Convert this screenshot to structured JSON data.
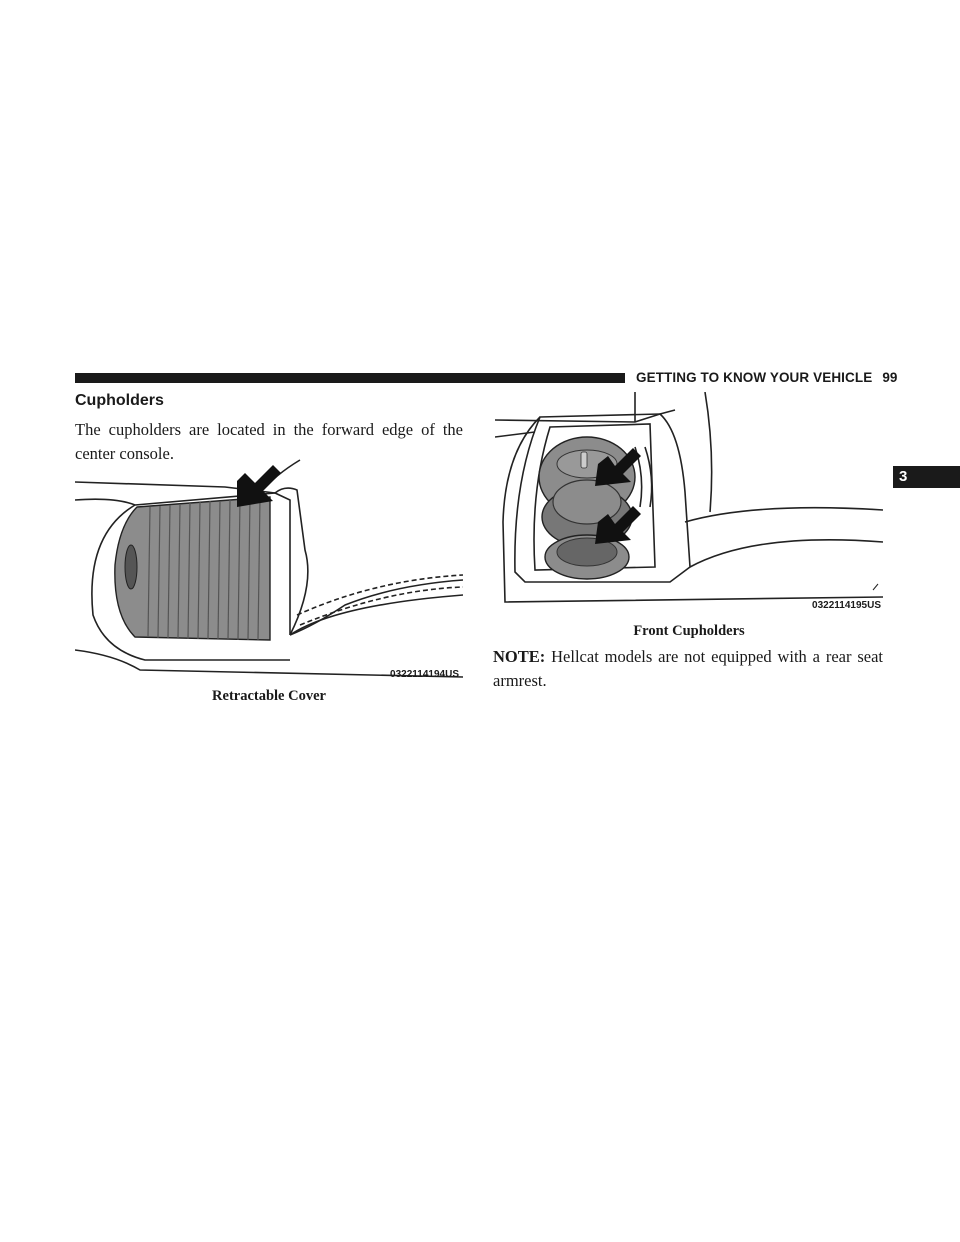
{
  "header": {
    "section": "GETTING TO KNOW YOUR VEHICLE",
    "page_number": "99"
  },
  "chapter_tab": "3",
  "content": {
    "title": "Cupholders",
    "intro": "The cupholders are located in the forward edge of the center console.",
    "figure_left": {
      "code": "0322114194US",
      "caption": "Retractable Cover"
    },
    "figure_right": {
      "code": "0322114195US",
      "caption": "Front Cupholders"
    },
    "note_label": "NOTE:",
    "note_text": "Hellcat models are not equipped with a rear seat armrest."
  },
  "colors": {
    "text": "#1a1a1a",
    "illustration_gray": "#8c8c8c"
  }
}
